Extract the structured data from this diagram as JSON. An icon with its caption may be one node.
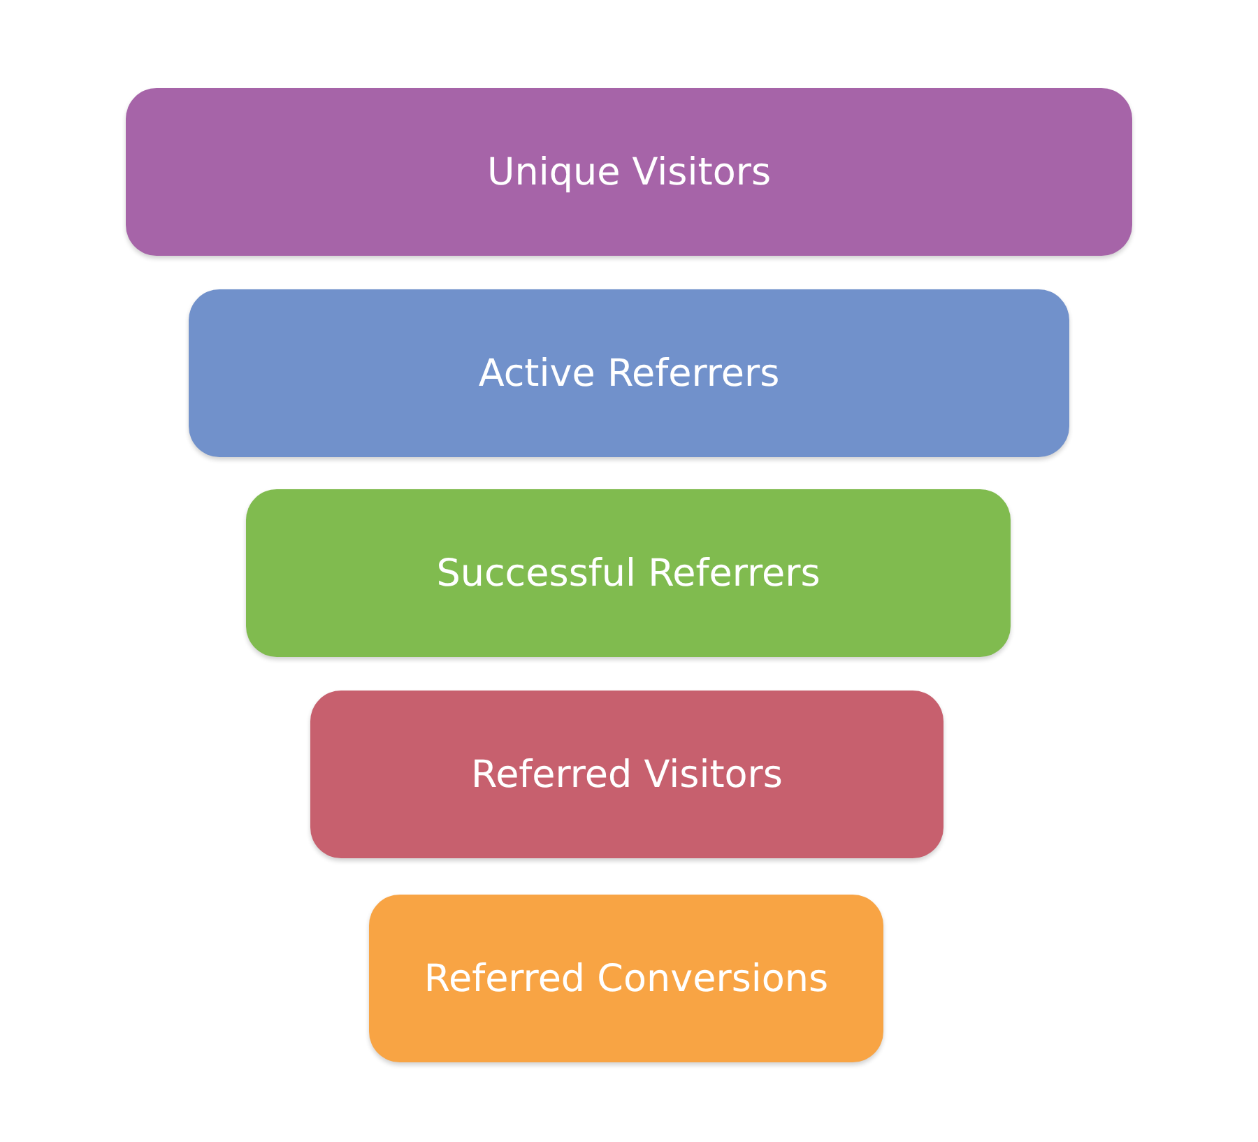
{
  "diagram": {
    "nodes": [
      {
        "text": [
          "Unique Visitors"
        ]
      },
      {
        "text": [
          "Active Referrers"
        ]
      },
      {
        "text": [
          "Successful Referrers"
        ]
      },
      {
        "text": [
          "Referred Visitors"
        ]
      },
      {
        "text": [
          "Referred Conversions"
        ]
      }
    ]
  }
}
